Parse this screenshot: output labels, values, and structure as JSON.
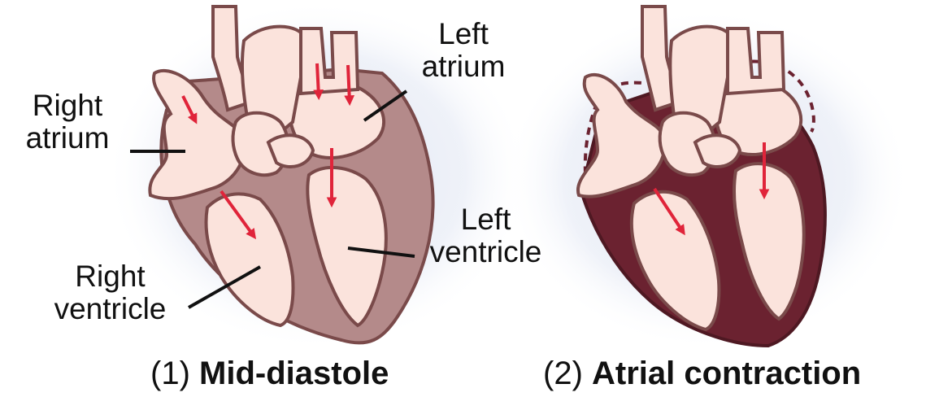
{
  "panel1": {
    "labels": {
      "right_atrium_1": "Right",
      "right_atrium_2": "atrium",
      "left_atrium_1": "Left",
      "left_atrium_2": "atrium",
      "left_ventricle_1": "Left",
      "left_ventricle_2": "ventricle",
      "right_ventricle_1": "Right",
      "right_ventricle_2": "ventricle"
    },
    "caption_number": "(1)",
    "caption_title": "Mid-diastole"
  },
  "panel2": {
    "caption_number": "(2)",
    "caption_title": "Atrial contraction"
  },
  "colors": {
    "wall_relaxed": "#b48a8a",
    "wall_contracted": "#6b2230",
    "chamber_fill": "#fbe3dc",
    "outline": "#7a4a4a",
    "arrow": "#e0243a",
    "glow": "#dfe4f2"
  }
}
